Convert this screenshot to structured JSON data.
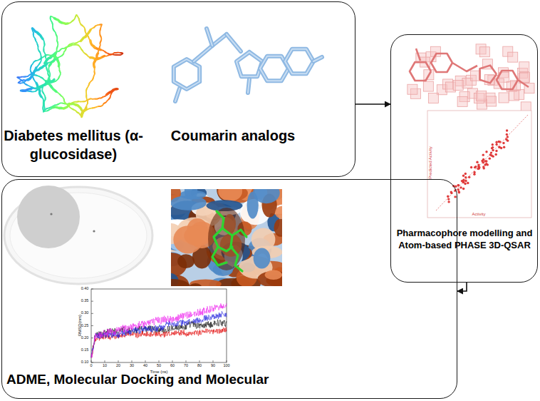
{
  "diagram": {
    "nodes": [
      {
        "text": [
          "Diabetes mellitus (α-glucosidase)",
          "Coumarin analogs"
        ]
      },
      {
        "text": [
          "Pharmacophore modelling and Atom-based PHASE 3D-QSAR"
        ]
      },
      {
        "text": [
          "ADME, Molecular Docking and Molecular"
        ]
      }
    ],
    "edges": [
      {
        "from": 0,
        "to": 1,
        "arrow": "to"
      },
      {
        "from": 1,
        "to": 2,
        "arrow": "to"
      }
    ],
    "labels": [
      "Activity",
      "Predicted Activity",
      "RMSD(nm)",
      "Time (ns)",
      "0.40",
      "0.35",
      "0.30",
      "0.25",
      "0.20",
      "0.15",
      "0.10",
      "0",
      "10",
      "20",
      "30",
      "40",
      "50",
      "60",
      "70",
      "80",
      "90",
      "100"
    ]
  }
}
